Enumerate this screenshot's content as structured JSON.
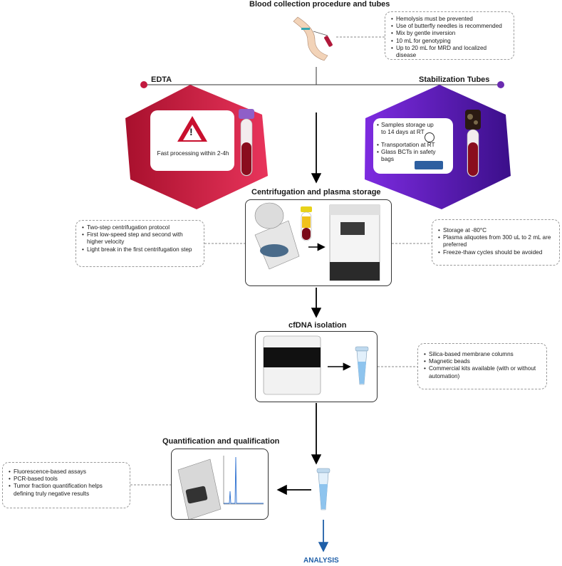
{
  "blood": {
    "title": "Blood collection procedure and tubes",
    "notes": [
      "Hemolysis must be prevented",
      "Use of butterfly needles is recommended",
      "Mix by gentle inversion",
      "10 mL for genotyping",
      "Up to 20 mL for MRD and localized disease"
    ]
  },
  "edta": {
    "label": "EDTA",
    "card_text": "Fast processing within 2-4h",
    "color": "#b0183a"
  },
  "stabilization": {
    "label": "Stabilization Tubes",
    "notes": [
      "Samples storage up to 14 days at RT",
      "Transportation at RT",
      "Glass BCTs in safety bags"
    ],
    "color": "#5b1aa8"
  },
  "centrifugation": {
    "title": "Centrifugation and plasma storage",
    "left_notes": [
      "Two-step centrifugation protocol",
      "First low-speed step and second with higher velocity",
      "Light break in the first centrifugation step"
    ],
    "right_notes": [
      "Storage at -80°C",
      "Plasma aliquotes from 300 uL to 2 mL are preferred",
      "Freeze-thaw cycles should be avoided"
    ]
  },
  "cfdna": {
    "title": "cfDNA isolation",
    "notes": [
      "Silica-based membrane columns",
      "Magnetic beads",
      "Commercial kits available (with or without automation)"
    ]
  },
  "quant": {
    "title": "Quantification and qualification",
    "notes": [
      "Fluorescence-based assays",
      "PCR-based tools",
      "Tumor fraction quantification helps defining truly negative results"
    ]
  },
  "analysis": {
    "label": "ANALYSIS",
    "color": "#1f5fa8"
  }
}
